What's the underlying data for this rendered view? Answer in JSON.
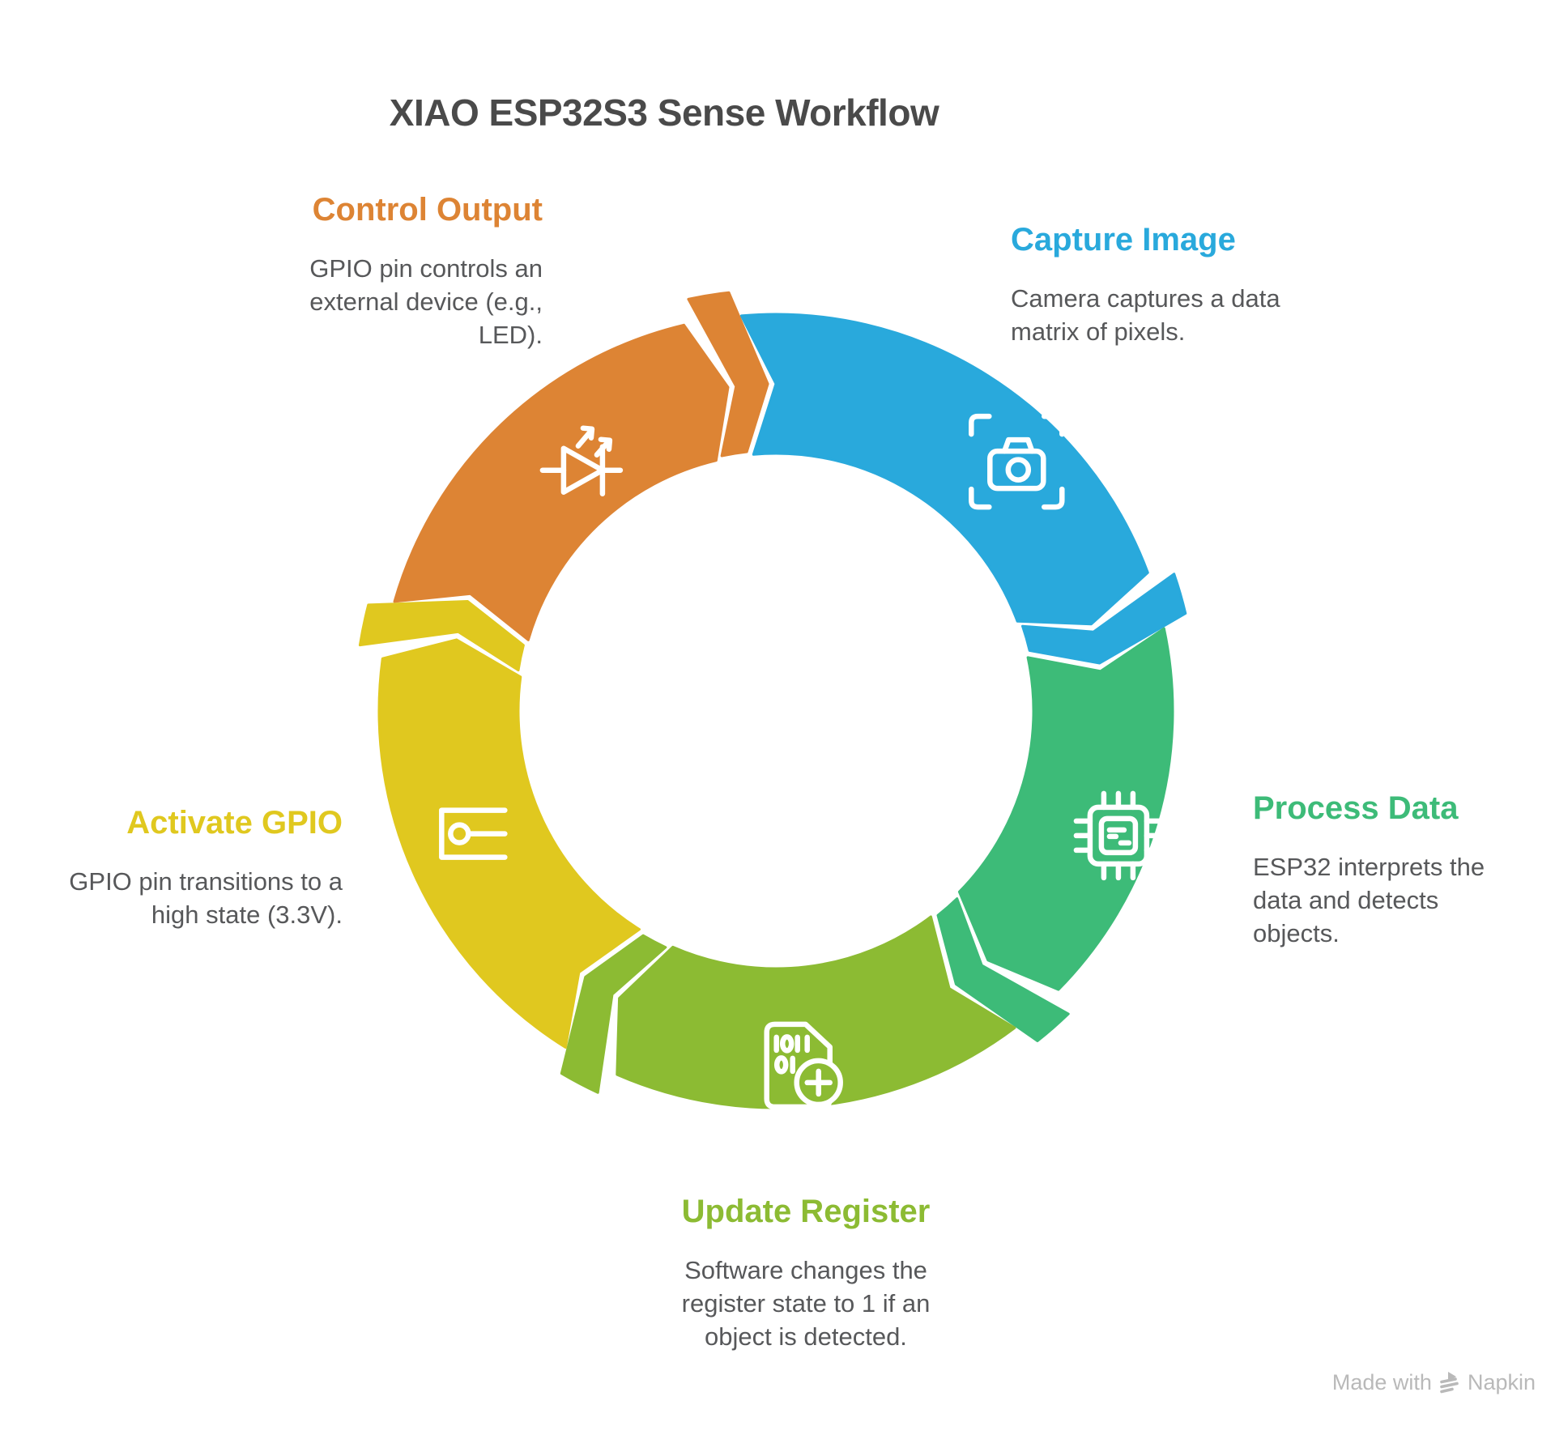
{
  "title": "XIAO ESP32S3 Sense Workflow",
  "text_colors": {
    "title": "#4a4a4a",
    "body": "#57585a",
    "watermark": "#b9b9b9"
  },
  "watermark": {
    "text": "Made with",
    "brand": "Napkin",
    "logo": "napkin-logo-icon"
  },
  "diagram": {
    "type": "cycle",
    "direction": "clockwise",
    "steps": [
      {
        "id": "capture-image",
        "label": "Capture Image",
        "description": "Camera captures a data\nmatrix of pixels.",
        "color": "#29a9dc",
        "icon": "camera-icon"
      },
      {
        "id": "process-data",
        "label": "Process Data",
        "description": "ESP32 interprets the\ndata and detects\nobjects.",
        "color": "#3dbb78",
        "icon": "chip-icon"
      },
      {
        "id": "update-register",
        "label": "Update Register",
        "description": "Software changes the\nregister state to 1 if an\nobject is detected.",
        "color": "#8cbb33",
        "icon": "binary-document-icon"
      },
      {
        "id": "activate-gpio",
        "label": "Activate GPIO",
        "description": "GPIO pin transitions to a\nhigh state (3.3V).",
        "color": "#e0c81f",
        "icon": "gpio-pin-icon"
      },
      {
        "id": "control-output",
        "label": "Control Output",
        "description": "GPIO pin controls an\nexternal device (e.g.,\nLED).",
        "color": "#dd8434",
        "icon": "led-icon"
      }
    ]
  }
}
